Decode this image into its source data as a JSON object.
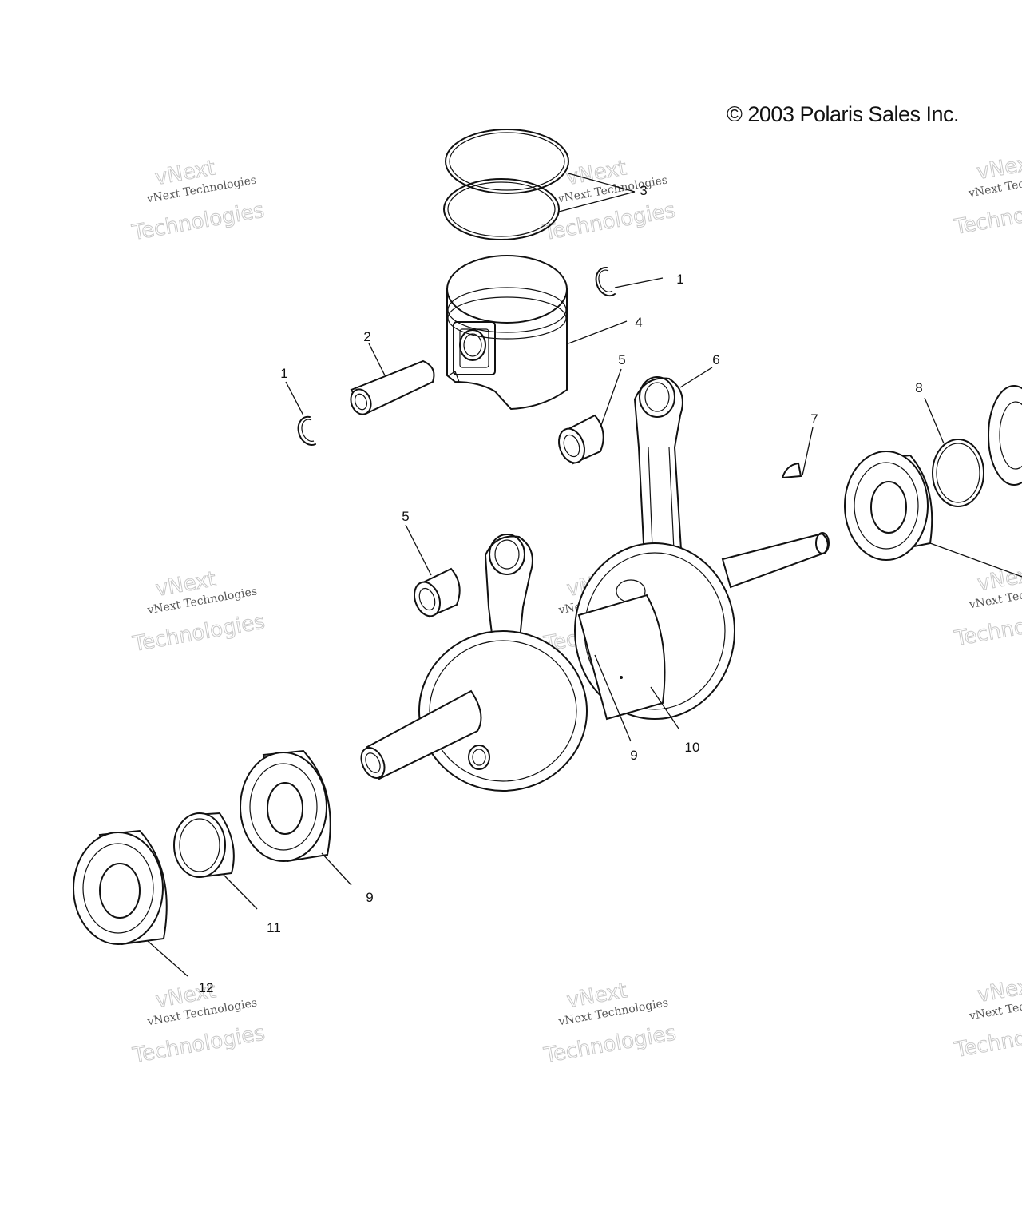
{
  "copyright": "© 2003 Polaris Sales Inc.",
  "watermark": {
    "line_top": "vNext",
    "line_mid": "vNext Technologies",
    "line_big": "Technologies"
  },
  "callouts": [
    {
      "id": "c1a",
      "label": "1"
    },
    {
      "id": "c1b",
      "label": "1"
    },
    {
      "id": "c2",
      "label": "2"
    },
    {
      "id": "c3",
      "label": "3"
    },
    {
      "id": "c4",
      "label": "4"
    },
    {
      "id": "c5a",
      "label": "5"
    },
    {
      "id": "c5b",
      "label": "5"
    },
    {
      "id": "c6",
      "label": "6"
    },
    {
      "id": "c7",
      "label": "7"
    },
    {
      "id": "c8",
      "label": "8"
    },
    {
      "id": "c9a",
      "label": "9"
    },
    {
      "id": "c9b",
      "label": "9"
    },
    {
      "id": "c10",
      "label": "10"
    },
    {
      "id": "c11",
      "label": "11"
    },
    {
      "id": "c12",
      "label": "12"
    }
  ]
}
